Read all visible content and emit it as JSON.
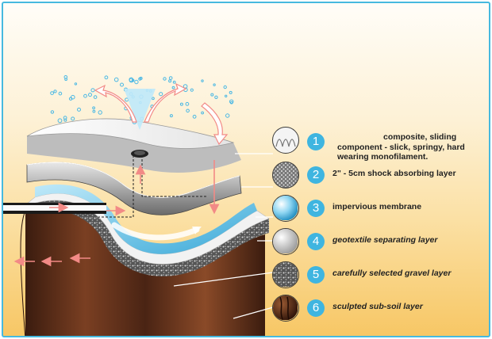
{
  "colors": {
    "frame_border": "#46b9df",
    "bg_top": "#fffdf8",
    "bg_bottom": "#f7c765",
    "number_badge": "#3fb5e0",
    "membrane": "#7fd0ee",
    "soil": "#5a2f1c",
    "arrow": "#f28a86"
  },
  "legend": [
    {
      "number": "1",
      "line1": "composite, sliding",
      "line2": "component - slick, springy, hard",
      "line3": "wearing monofilament.",
      "swatch_icon": "monofilament-swatch-icon"
    },
    {
      "number": "2",
      "text": "2\" - 5cm shock absorbing layer",
      "swatch_icon": "shock-pad-swatch-icon"
    },
    {
      "number": "3",
      "text": "impervious membrane",
      "swatch_icon": "membrane-swatch-icon"
    },
    {
      "number": "4",
      "text": "geotextile separating layer",
      "swatch_icon": "geotextile-swatch-icon"
    },
    {
      "number": "5",
      "text": "carefully selected gravel layer",
      "swatch_icon": "gravel-swatch-icon"
    },
    {
      "number": "6",
      "text": "sculpted sub-soil layer",
      "swatch_icon": "subsoil-swatch-icon"
    }
  ]
}
